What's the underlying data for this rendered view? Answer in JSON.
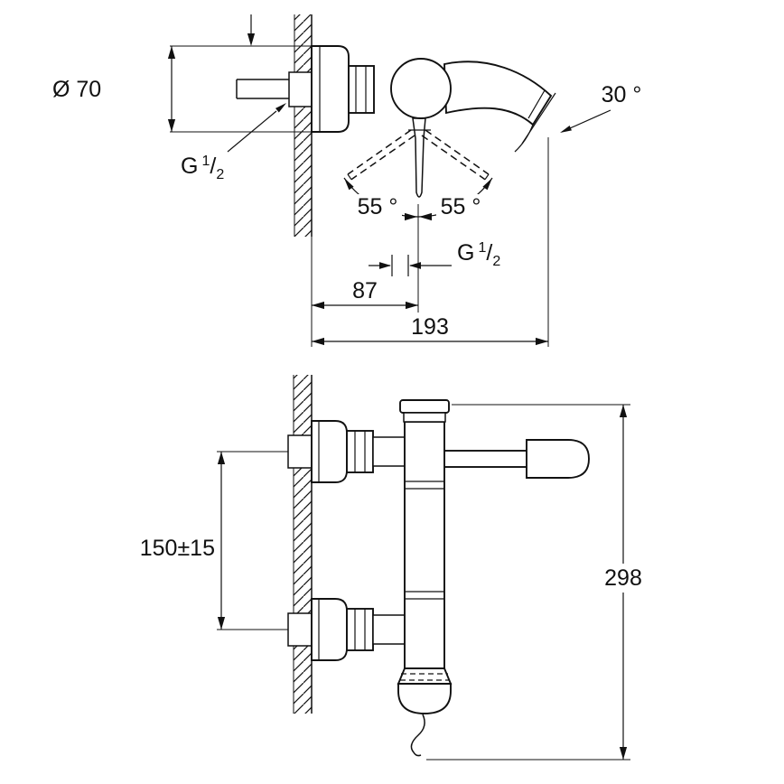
{
  "page": {
    "background": "#ffffff",
    "line_color": "#111111"
  },
  "g_half": {
    "g": "G",
    "numerator": "1",
    "slash": "/",
    "denominator": "2"
  },
  "top_view": {
    "escutcheon_diameter": "Ø 70",
    "spout_angle": "30 °",
    "swing_left": "55 °",
    "swing_right": "55 °",
    "wall_to_handle": "87",
    "wall_to_spout_tip": "193"
  },
  "front_view": {
    "connection_spacing": "150±15",
    "overall_height": "298"
  }
}
